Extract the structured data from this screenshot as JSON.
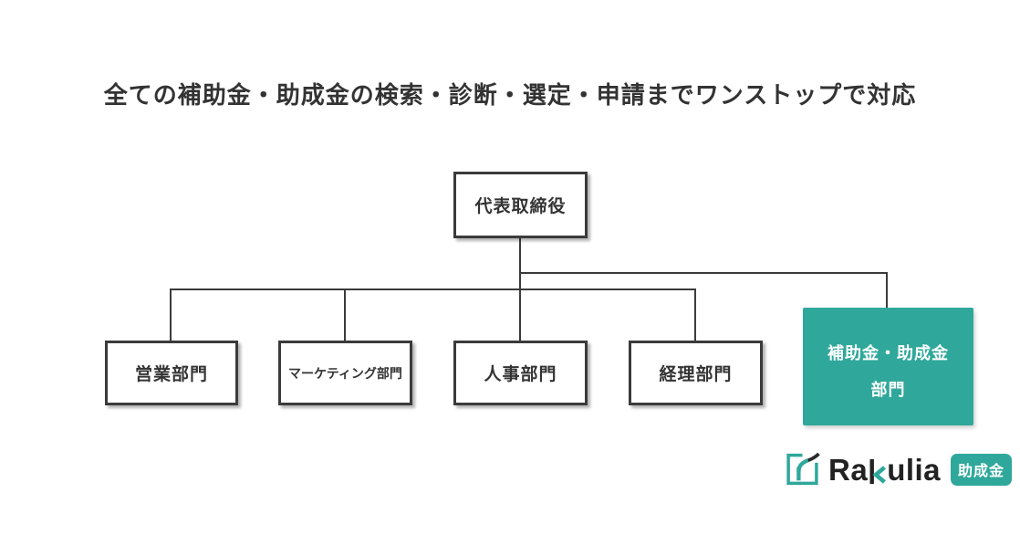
{
  "title": "全ての補助金・助成金の検索・診断・選定・申請までワンストップで対応",
  "org_chart": {
    "root": {
      "label": "代表取締役"
    },
    "departments": [
      {
        "label": "営業部門",
        "highlighted": false
      },
      {
        "label": "マーケティング部門",
        "highlighted": false
      },
      {
        "label": "人事部門",
        "highlighted": false
      },
      {
        "label": "経理部門",
        "highlighted": false
      },
      {
        "label_line1": "補助金・助成金",
        "label_line2": "部門",
        "highlighted": true
      }
    ]
  },
  "logo": {
    "brand": "Rakulia",
    "brand_start": "Ra",
    "brand_k": "k",
    "brand_end": "ulia",
    "badge_label": "助成金"
  },
  "colors": {
    "accent_teal": "#2fa89b",
    "box_border": "#3b3b3b",
    "text_dark": "#333333",
    "logo_dark": "#222222"
  }
}
